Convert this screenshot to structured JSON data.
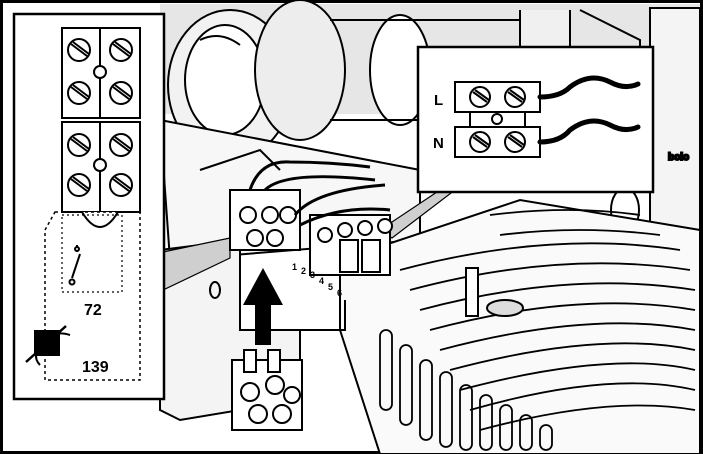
{
  "inset_right": {
    "label_l": "L",
    "label_n": "N"
  },
  "inset_left": {
    "label_thermostat": "72",
    "label_sensor": "139"
  },
  "terminal_numbers": [
    "1",
    "2",
    "3",
    "4",
    "5",
    "6"
  ]
}
